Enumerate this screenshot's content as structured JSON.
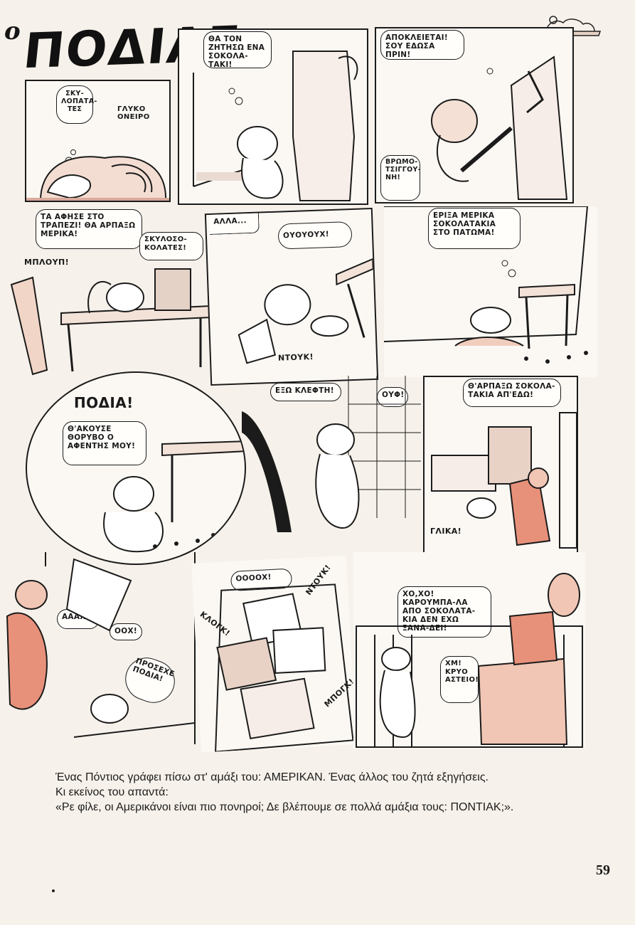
{
  "title": {
    "prefix": "ο",
    "name": "ΠΟΔΙΑΣ"
  },
  "panels": [
    {
      "id": "p1",
      "texts": [
        "ΣΚΥ-ΛΟΠΑΤΑ-ΤΕΣ",
        "ΓΛΥΚΟ ΟΝΕΙΡΟ"
      ]
    },
    {
      "id": "p2",
      "texts": [
        "ΘΑ ΤΟΝ ΖΗΤΗΣΩ ΕΝΑ ΣΟΚΟΛΑ-ΤΑΚΙ!"
      ]
    },
    {
      "id": "p3",
      "texts": [
        "ΑΠΟΚΛΕΙΕΤΑΙ! ΣΟΥ ΕΔΩΣΑ ΠΡΙΝ!",
        "ΒΡΩΜΟ-ΤΣΙΓΓΟΥ-ΝΗ!"
      ]
    },
    {
      "id": "p4",
      "texts": [
        "ΤΑ ΑΦΗΣΕ ΣΤΟ ΤΡΑΠΕΖΙ! ΘΑ ΑΡΠΑΞΩ ΜΕΡΙΚΑ!",
        "ΣΚΥΛΟΣΟ-ΚΟΛΑΤΕΣ!",
        "ΜΠΛΟΥΠ!"
      ]
    },
    {
      "id": "p5",
      "texts": [
        "ΑΛΛΑ...",
        "ΟΥΟΥΟΥΧ!",
        "ΝΤΟΥΚ!"
      ]
    },
    {
      "id": "p6",
      "texts": [
        "ΕΡΙΞΑ ΜΕΡΙΚΑ ΣΟΚΟΛΑΤΑΚΙΑ ΣΤΟ ΠΑΤΩΜΑ!"
      ]
    },
    {
      "id": "p7",
      "texts": [
        "ΠΟΔΙΑ!",
        "Θ'ΑΚΟΥΣΕ ΘΟΡΥΒΟ Ο ΑΦΕΝΤΗΣ ΜΟΥ!"
      ]
    },
    {
      "id": "p8",
      "texts": [
        "ΕΞΩ ΚΛΕΦΤΗ!",
        "ΟΥΦ!"
      ]
    },
    {
      "id": "p9",
      "texts": [
        "Θ'ΑΡΠΑΞΩ ΣΟΚΟΛΑ-ΤΑΚΙΑ ΑΠ'ΕΔΩ!",
        "ΓΛΙΚΑ!"
      ]
    },
    {
      "id": "p10",
      "texts": [
        "ΑΑΑΧ!",
        "ΟΟΧ!",
        "ΠΡΟΣΕΧΕ ΠΟΔΙΑ!"
      ]
    },
    {
      "id": "p11",
      "texts": [
        "ΟΟΟΟΧ!",
        "ΝΤΟΥΚ!",
        "ΚΛΟΓΚ!",
        "ΜΠΟΓΚ!"
      ]
    },
    {
      "id": "p12",
      "texts": [
        "ΧΟ,ΧΟ! ΚΑΡΟΥΜΠΑ-ΛΑ ΑΠΟ ΣΟΚΟΛΑΤΑ-ΚΙΑ ΔΕΝ ΕΧΩ ΞΑΝΑ-ΔΕΙ!",
        "ΧΜ! ΚΡΥΟ ΑΣΤΕΙΟ!"
      ]
    }
  ],
  "joke": {
    "line1": "Ένας Πόντιος γράφει πίσω στ' αμάξι του: ΑΜΕΡΙΚΑΝ. Ένας άλλος του ζητά εξηγήσεις.",
    "line2": "Κι εκείνος του απαντά:",
    "line3": "«Ρε φίλε, οι Αμερικάνοι είναι πιο πονηροί; Δε βλέπουμε σε πολλά αμάξια τους: ΠΟΝΤΙΑΚ;»."
  },
  "page_number": "59",
  "colors": {
    "ink": "#1b1b1b",
    "pink": "#f1c6b5",
    "salmon": "#e8917a",
    "paper": "#f6f1ea"
  }
}
